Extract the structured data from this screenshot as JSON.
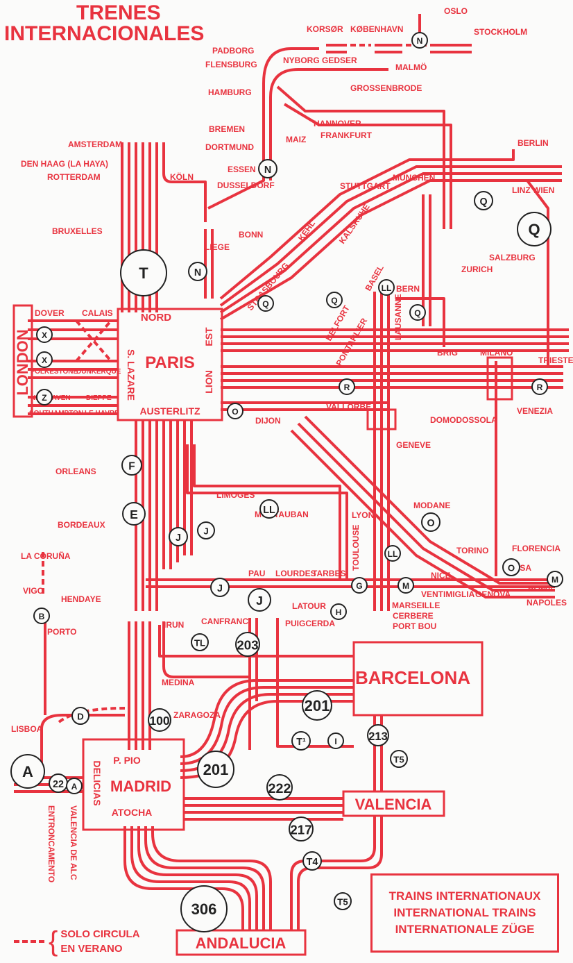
{
  "title": {
    "line1": "TRENES",
    "line2": "INTERNACIONALES"
  },
  "legend": {
    "lines": [
      "TRAINS INTERNATIONAUX",
      "INTERNATIONAL TRAINS",
      "INTERNATIONALE ZÜGE"
    ],
    "summer_line1": "SOLO CIRCULA",
    "summer_line2": "EN VERANO"
  },
  "boxes": {
    "london": "LONDON",
    "paris": "PARIS",
    "paris_nord": "NORD",
    "paris_est": "EST",
    "paris_lion": "LION",
    "paris_slazare": "S. LAZARE",
    "paris_austerlitz": "AUSTERLITZ",
    "madrid": "MADRID",
    "madrid_ppio": "P. PIO",
    "madrid_delicias": "DELICIAS",
    "madrid_atocha": "ATOCHA",
    "barcelona": "BARCELONA",
    "valencia": "VALENCIA",
    "andalucia": "ANDALUCIA"
  },
  "stations": {
    "oslo": "OSLO",
    "korsor": "KORSØR",
    "kobenhavn": "KØBENHAVN",
    "stockholm": "STOCKHOLM",
    "padborg": "PADBORG",
    "flensburg": "FLENSBURG",
    "nyborg_gedser": "NYBORG GEDSER",
    "malmo": "MALMÖ",
    "hamburg": "HAMBURG",
    "grossenbrode": "GROSSENBRODE",
    "bremen": "BREMEN",
    "dortmund": "DORTMUND",
    "hannover": "HANNOVER",
    "maiz": "MAIZ",
    "frankfurt": "FRANKFURT",
    "berlin": "BERLIN",
    "amsterdam": "AMSTERDAM",
    "den_haag": "DEN HAAG (LA HAYA)",
    "rotterdam": "ROTTERDAM",
    "koln": "KÖLN",
    "essen": "ESSEN",
    "dusseldorf": "DUSSELDORF",
    "stuttgart": "STUTTGART",
    "munchen": "MÜNCHEN",
    "linz_wien": "LINZ WIEN",
    "bruxelles": "BRUXELLES",
    "bonn": "BONN",
    "kehl": "KEHL",
    "karlsruhe": "KALSRUHE",
    "salzburg": "SALZBURG",
    "zurich": "ZURICH",
    "liege": "LIEGE",
    "strasbourg": "STRASBOURG",
    "basel": "BASEL",
    "bern": "BERN",
    "belfort": "BELFORT",
    "pontarlier": "PONTARLIER",
    "lausanne": "LAUSANNE",
    "dover": "DOVER",
    "calais": "CALAIS",
    "folkestone": "FOLKESTONE",
    "dunkerque": "DUNKERQUE",
    "newhaven": "NEWHAVEN",
    "dieppe": "DIEPPE",
    "southampton": "SOUTHAMPTON",
    "le_havre": "LE HAVRE",
    "brig": "BRIG",
    "milano": "MILANO",
    "trieste": "TRIESTE",
    "vallorbe": "VALLORBE",
    "dijon": "DIJON",
    "domodossola": "DOMODOSSOLA",
    "venezia": "VENEZIA",
    "geneve": "GENEVE",
    "orleans": "ORLEANS",
    "limoges": "LIMOGES",
    "montauban": "MONTAUBAN",
    "lyon": "LYON",
    "modane": "MODANE",
    "bordeaux": "BORDEAUX",
    "torino": "TORINO",
    "florencia": "FLORENCIA",
    "toulouse": "TOULOUSE",
    "pau": "PAU",
    "lourdes": "LOURDES",
    "tarbes": "TARBES",
    "nice": "NICE",
    "pisa": "PISA",
    "la_coruna": "LA CORUÑA",
    "vigo": "VIGO",
    "hendaye": "HENDAYE",
    "ventimiglia": "VENTIMIGLIA",
    "genova": "GENOVA",
    "roma": "ROMA",
    "napoles": "NAPOLES",
    "marseille": "MARSEILLE",
    "cerbere": "CERBERE",
    "port_bou": "PORT BOU",
    "latour": "LATOUR",
    "puigcerda": "PUIGCERDA",
    "irun": "IRUN",
    "canfranc": "CANFRANC",
    "porto": "PORTO",
    "medina": "MEDINA",
    "zaragoza": "ZARAGOZA",
    "lisboa": "LISBOA",
    "entroncamento": "ENTRONCAMENTO",
    "valencia_alc": "VALENCIA DE ALC"
  },
  "train_codes": {
    "n1": "N",
    "n2": "N",
    "n3": "N",
    "t": "T",
    "x1": "X",
    "x2": "X",
    "z": "Z",
    "q1": "Q",
    "q2": "Q",
    "q3": "Q",
    "q4": "Q",
    "q5": "Q",
    "ll1": "LL",
    "ll2": "LL",
    "ll3": "LL",
    "r1": "R",
    "r2": "R",
    "o1": "O",
    "o2": "O",
    "o3": "O",
    "f": "F",
    "e": "E",
    "j1": "J",
    "j2": "J",
    "j3": "J",
    "j4": "J",
    "g": "G",
    "m1": "M",
    "m2": "M",
    "h": "H",
    "b": "B",
    "tl": "TL",
    "c203": "203",
    "c201a": "201",
    "c201b": "201",
    "c213": "213",
    "d": "D",
    "c100": "100",
    "t1": "T¹",
    "i": "I",
    "t5a": "T5",
    "t5b": "T5",
    "a1": "A",
    "c22": "22",
    "a2": "A",
    "c222": "222",
    "c217": "217",
    "c306": "306",
    "t4": "T4"
  }
}
